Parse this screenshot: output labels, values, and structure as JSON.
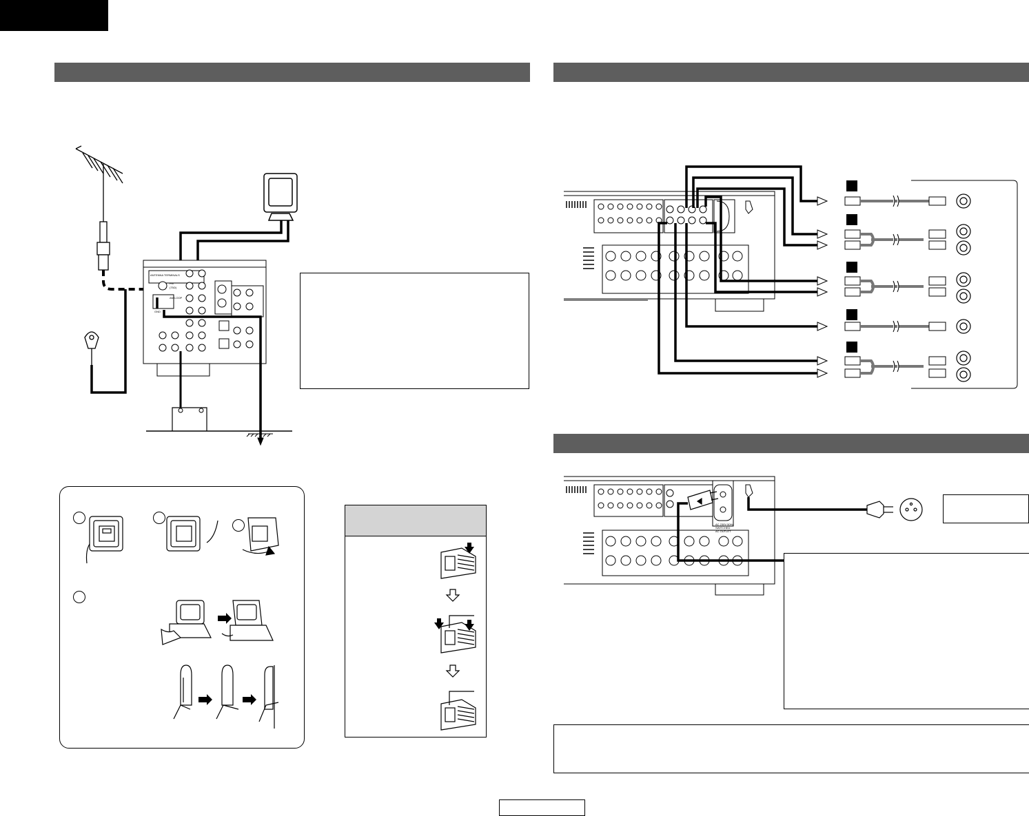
{
  "colors": {
    "section_bar": "#5e5e5e",
    "tab": "#000000",
    "table_header": "#d4d4d4"
  },
  "page": {
    "language_tab": "",
    "page_number": ""
  },
  "sections": {
    "antenna": {
      "title": ""
    },
    "preout": {
      "title": ""
    },
    "ac_power": {
      "title": ""
    }
  },
  "antenna_terminal_labels": {
    "block_title": "ANTENNA TERMINALS",
    "fm": "FM",
    "fm_ohm": "(75Ω)",
    "am_loop": "AM LOOP",
    "gnd": "GND"
  },
  "steps": {
    "step1": "",
    "step2": "",
    "step3": "",
    "step4": ""
  },
  "preout_markers": [
    "",
    "",
    "",
    "",
    ""
  ],
  "ac_outlet": {
    "line1": "AC OUTLET",
    "line2": "SWITCHED",
    "line3": "AC 230V 50Hz"
  },
  "icons": [
    "fm-antenna-icon",
    "am-loop-antenna-icon",
    "receiver-rear-panel-icon",
    "ground-icon",
    "power-plug-icon",
    "wall-outlet-icon",
    "arrow-down-icon",
    "arrow-right-icon"
  ]
}
